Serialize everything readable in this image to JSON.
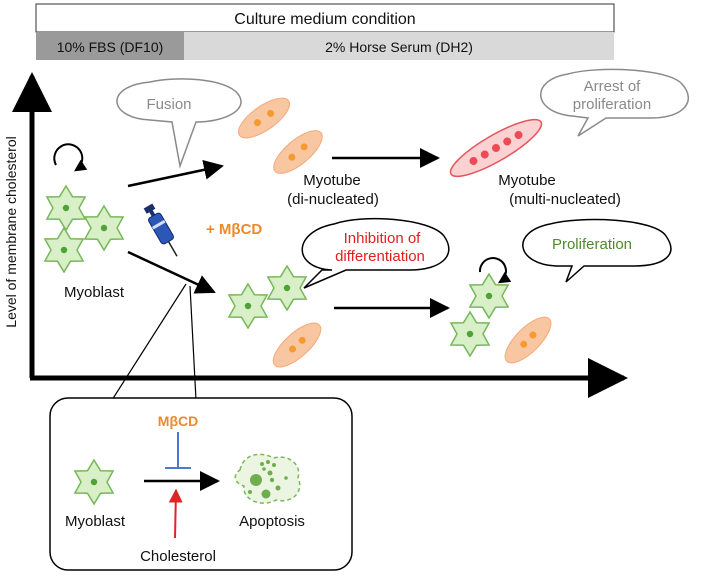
{
  "header": {
    "title": "Culture medium condition",
    "seg_fbs": "10% FBS (DF10)",
    "seg_hs": "2% Horse Serum (DH2)"
  },
  "axis": {
    "ylabel": "Level of membrane cholesterol"
  },
  "labels": {
    "myoblast": "Myoblast",
    "myotube_di_1": "Myotube",
    "myotube_di_2": "(di-nucleated)",
    "myotube_multi_1": "Myotube",
    "myotube_multi_2": "(multi-nucleated)",
    "mbcd_plus": "+ MβCD"
  },
  "bubbles": {
    "fusion": "Fusion",
    "arrest_1": "Arrest of",
    "arrest_2": "proliferation",
    "inhibition_1": "Inhibition of",
    "inhibition_2": "differentiation",
    "proliferation": "Proliferation"
  },
  "inset": {
    "mbcd": "MβCD",
    "myoblast": "Myoblast",
    "apoptosis": "Apoptosis",
    "cholesterol": "Cholesterol"
  },
  "colors": {
    "cell_fill": "#d8efc7",
    "cell_stroke": "#77b85b",
    "nucleus_green": "#4ea236",
    "myotube_fill": "#f8c7a2",
    "nucleus_orange": "#f59a2f",
    "multi_fill": "#fbd2d2",
    "multi_stroke": "#e2555b",
    "nucleus_red": "#ec4b55",
    "mbcd_orange": "#ea8a2b",
    "inhibit_blue": "#4d79c8",
    "cholesterol_red": "#e02424",
    "inhibition_text": "#e02020",
    "proliferation_text": "#4f8a2a",
    "gray_bubble_text": "#8a8a8a",
    "header_dark": "#9a9a9a",
    "header_light": "#d9d9d9"
  },
  "icons": [
    "circular-arrow-icon",
    "syringe-icon"
  ]
}
